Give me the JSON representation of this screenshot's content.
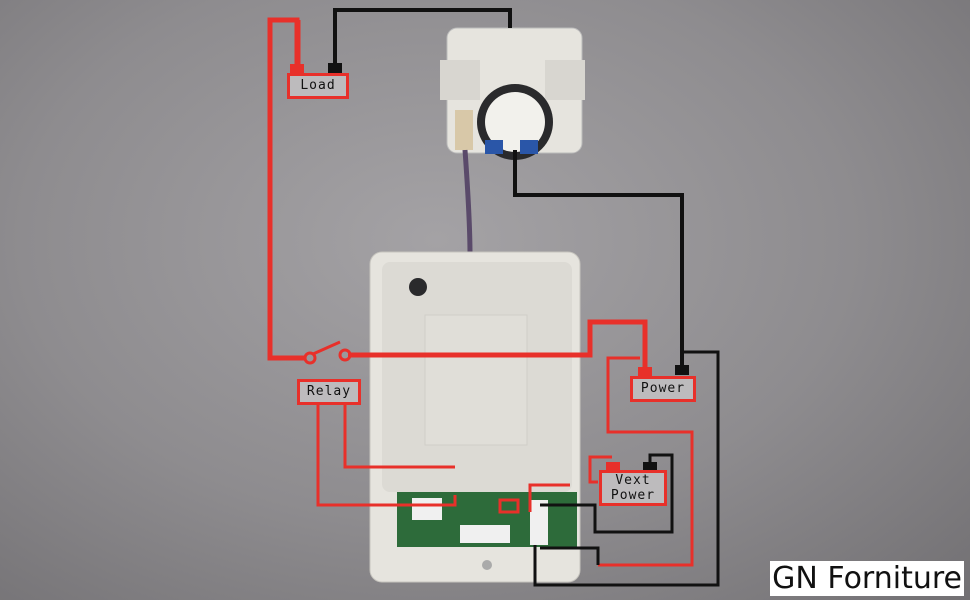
{
  "labels": {
    "load": "Load",
    "relay": "Relay",
    "power": "Power",
    "vext_line1": "Vext",
    "vext_line2": "Power"
  },
  "brand": "GN Forniture",
  "colors": {
    "live_wire": "#e8302a",
    "neutral_wire": "#111111",
    "device": "#e4e2dc"
  }
}
